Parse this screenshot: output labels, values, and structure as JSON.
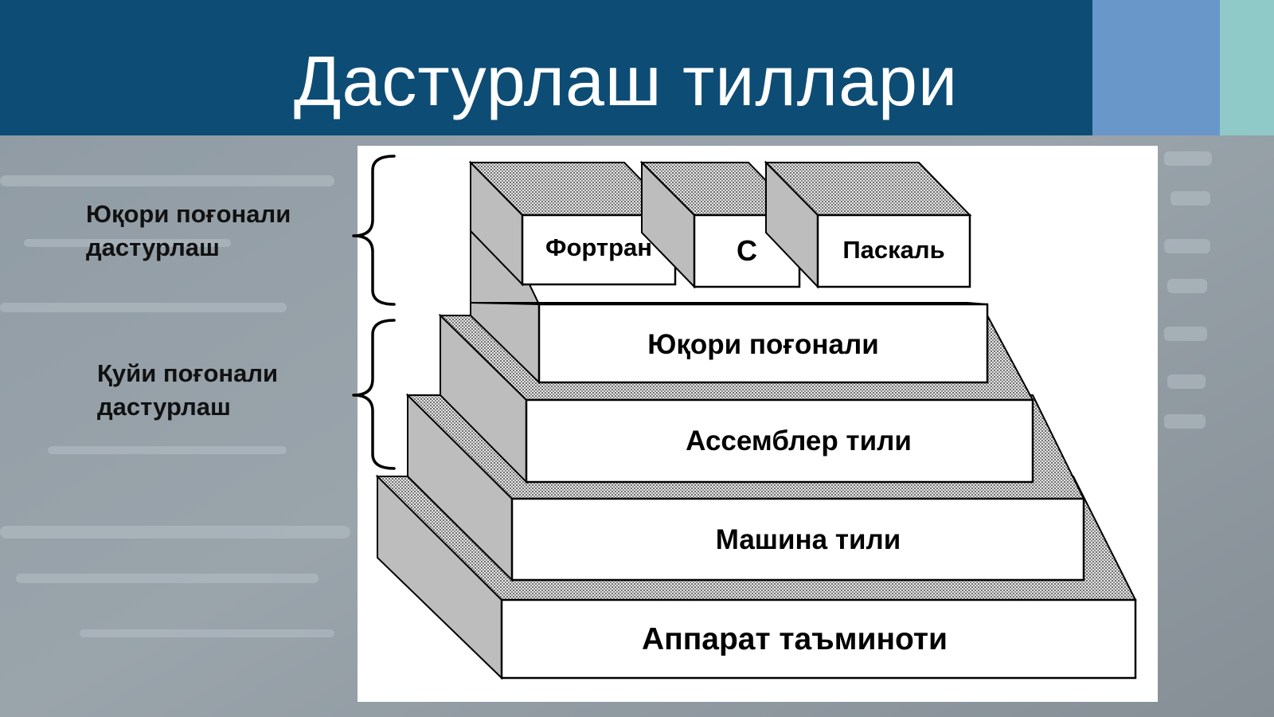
{
  "slide": {
    "title": "Дастурлаш тиллари",
    "header_color": "#0d4d75",
    "accent_colors": [
      "#6a97c9",
      "#8fc9c8"
    ]
  },
  "side_labels": {
    "high": [
      "Юқори поғонали",
      "дастурлаш"
    ],
    "low": [
      "Қуйи поғонали",
      "дастурлаш"
    ]
  },
  "diagram": {
    "languages": [
      "Фортран",
      "С",
      "Паскаль"
    ],
    "layers": [
      "Юқори поғонали",
      "Ассемблер тили",
      "Машина тили",
      "Аппарат таъминоти"
    ]
  }
}
